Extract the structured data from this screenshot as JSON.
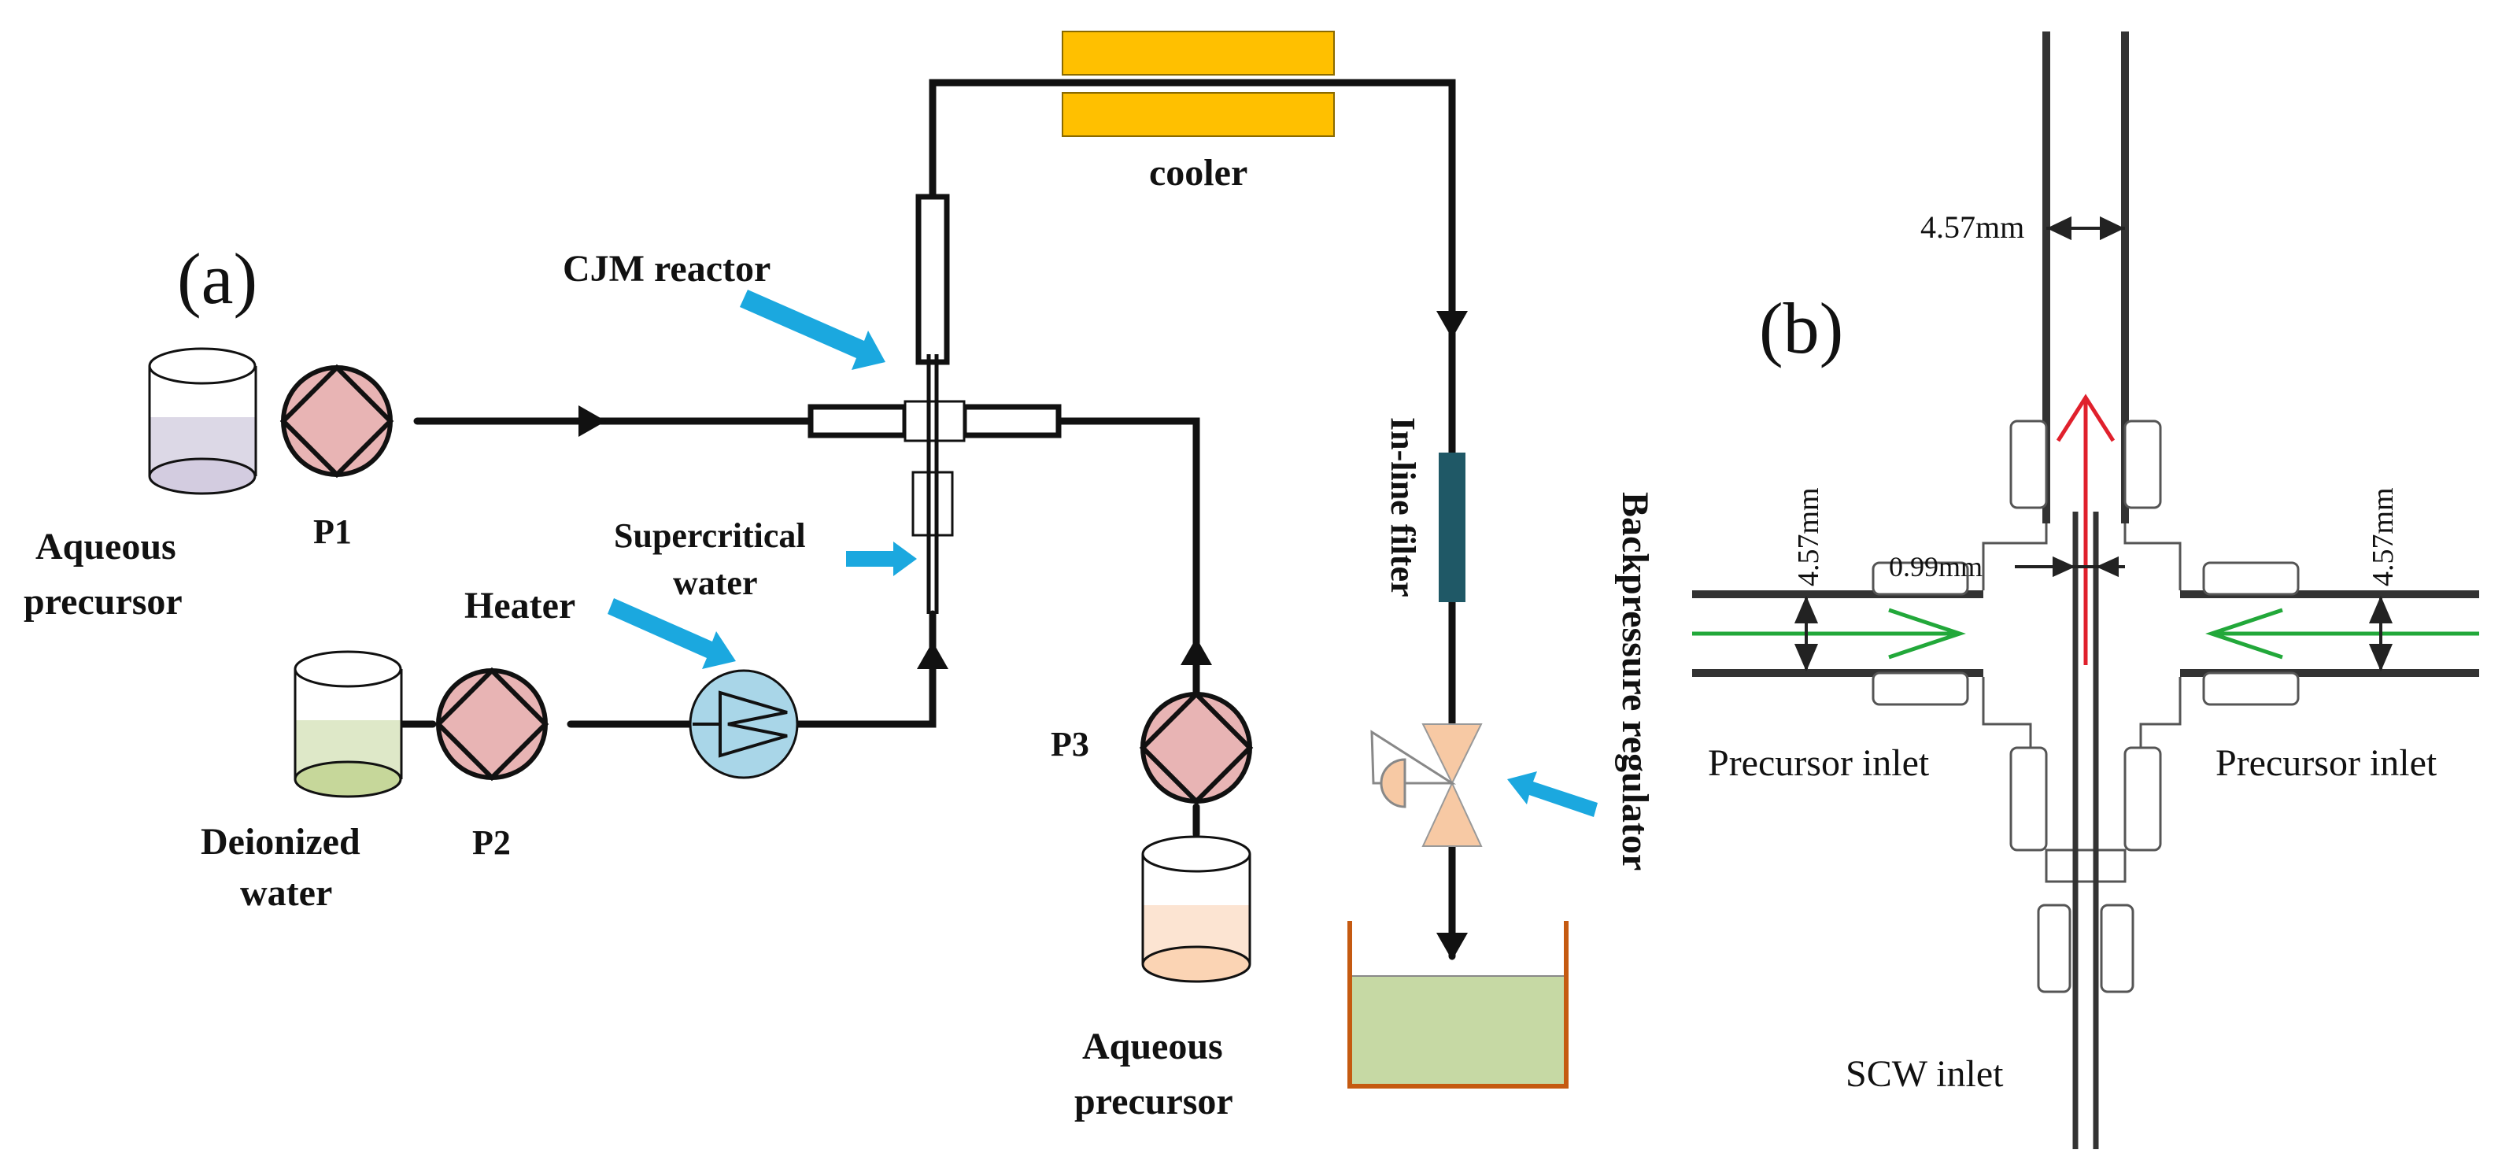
{
  "colors": {
    "pipe": "#111111",
    "cooler": "#FFC000",
    "pump": "#E8B4B4",
    "heater": "#A9D6E8",
    "filter": "#1F5866",
    "valve": "#F7C9A4",
    "arrow_blue": "#1BA8DF",
    "arrow_red": "#E0202C",
    "arrow_green": "#22A83A",
    "tank": "#C6D9A4",
    "tank_border": "#C55A11",
    "beaker_purple": "#DCD8E6",
    "beaker_green": "#C6D79A",
    "beaker_orange": "#FBD4B4"
  },
  "panel_a": {
    "label": "(a)",
    "cooler_label": "cooler",
    "reactor_label": "CJM reactor",
    "scw_label_line1": "Supercritical",
    "scw_label_line2": "water",
    "heater_label": "Heater",
    "filter_label": "In-line filter",
    "bpr_label": "Backpressure regulator",
    "p1": "P1",
    "p2": "P2",
    "p3": "P3",
    "aq1_line1": "Aqueous",
    "aq1_line2": "precursor",
    "di_line1": "Deionized",
    "di_line2": "water",
    "aq2_line1": "Aqueous",
    "aq2_line2": "precursor"
  },
  "panel_b": {
    "label": "(b)",
    "dim_top": "4.57mm",
    "dim_left": "4.57mm",
    "dim_right": "4.57mm",
    "dim_inner": "0.99mm",
    "inlet_left": "Precursor inlet",
    "inlet_right": "Precursor inlet",
    "scw_inlet": "SCW inlet"
  }
}
